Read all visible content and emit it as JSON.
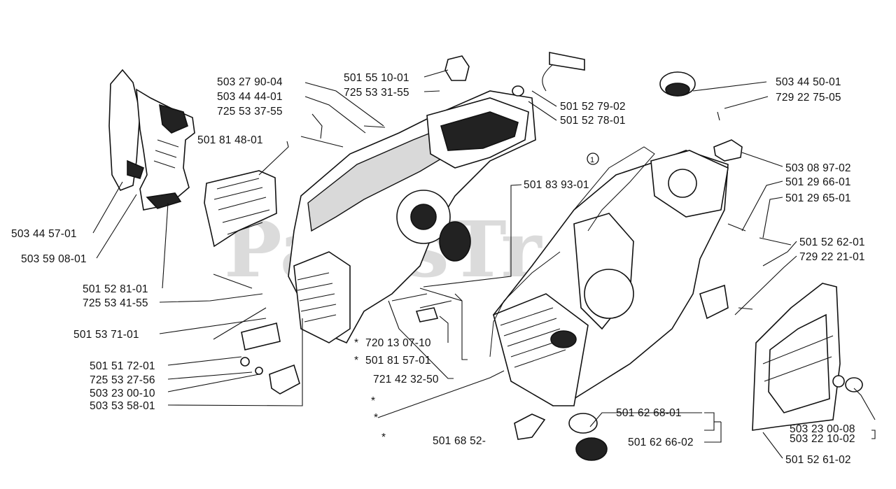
{
  "diagram": {
    "watermark": "PartsTree",
    "callout_marker": "1",
    "asterisk": "*",
    "part_numbers": {
      "guide_bar_cover_outer": "503 44 57-01",
      "guide_bar_cover_inner": "503 59 08-01",
      "screw_left_1": "501 52 81-01",
      "screw_left_2": "725 53 41-55",
      "bolt_left": "501 53 71-01",
      "washer_1": "501 51 72-01",
      "screw_3": "725 53 27-56",
      "nut_1": "503 23 00-10",
      "bracket_left": "503 53 58-01",
      "plug_top_1": "503 27 90-04",
      "plug_top_2": "503 44 44-01",
      "screw_top": "725 53 37-55",
      "plate_left": "501 81 48-01",
      "cap_top": "501 55 10-01",
      "screw_cap": "725 53 31-55",
      "connector": "501 52 79-02",
      "grommet": "501 52 78-01",
      "gasket": "501 83 93-01",
      "pin_1": "720 13 07-10",
      "pin_2": "501 81 57-01",
      "pin_3": "721 42 32-50",
      "crankcase_set": "501 68 52-",
      "fuel_cap_seal": "501 62 68-01",
      "fuel_cap": "501 62 66-02",
      "filter_cup": "503 44 50-01",
      "screw_small": "729 22 75-05",
      "clip": "503 08 97-02",
      "spring_1": "501 29 66-01",
      "spring_2": "501 29 65-01",
      "screw_right_1": "501 52 62-01",
      "screw_right_2": "729 22 21-01",
      "damper_1": "503 23 00-08",
      "damper_2": "503 22 10-02",
      "starter_cover": "501 52 61-02"
    }
  }
}
